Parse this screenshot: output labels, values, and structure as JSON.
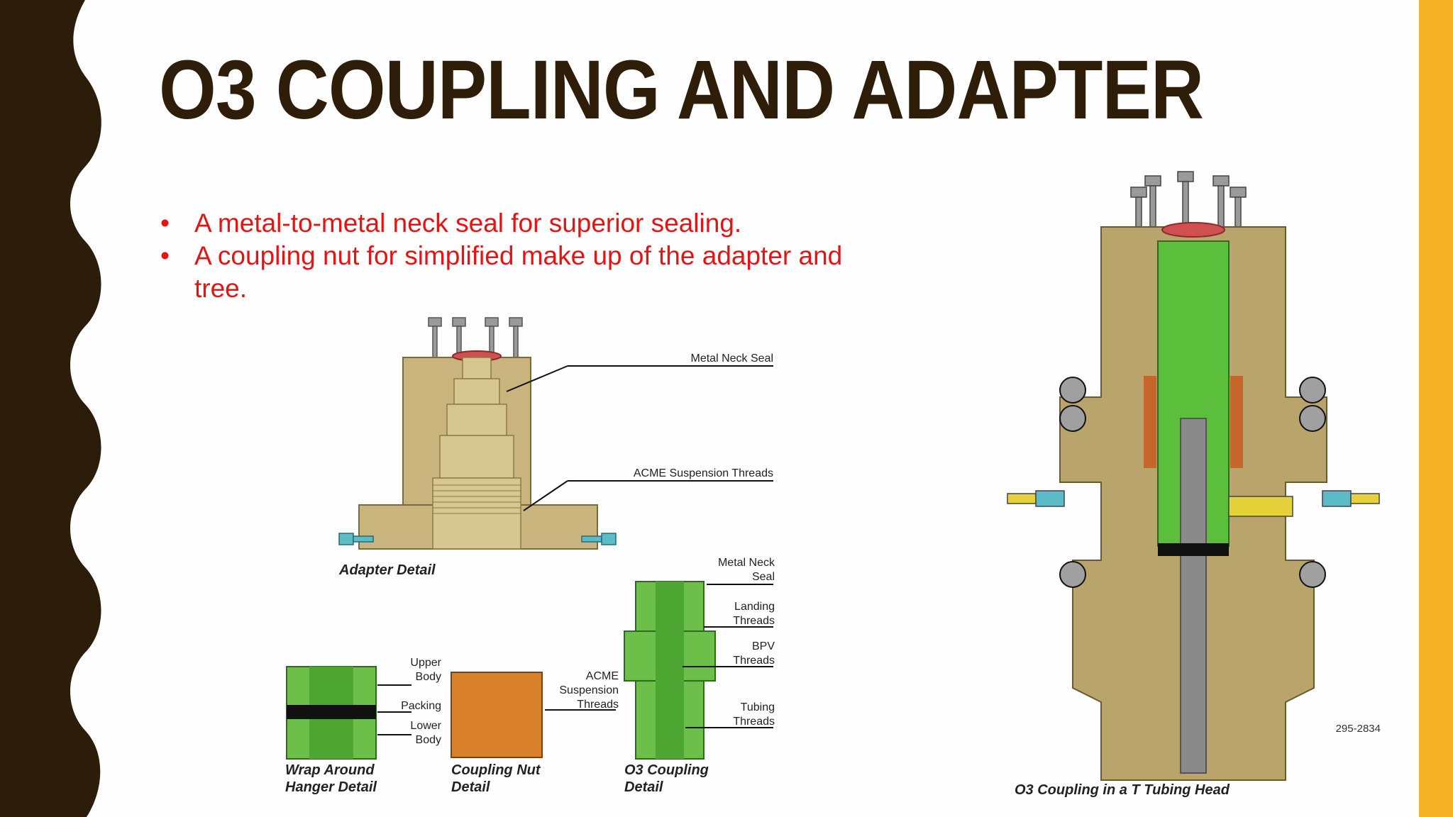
{
  "slide": {
    "title": "O3 COUPLING AND ADAPTER",
    "bullets": [
      "A metal-to-metal neck seal for superior sealing.",
      "A coupling nut for simplified make up of the adapter and tree."
    ],
    "colors": {
      "left_band": "#2b1d09",
      "right_band": "#f5b224",
      "title": "#2e1d08",
      "bullet_text": "#e41414"
    }
  },
  "adapter_figure": {
    "caption": "Adapter Detail",
    "callouts": [
      "Metal Neck Seal",
      "ACME Suspension Threads"
    ]
  },
  "detail_figures": {
    "wrap_around": {
      "caption_line1": "Wrap Around",
      "caption_line2": "Hanger Detail",
      "callouts": [
        [
          "Upper",
          "Body"
        ],
        [
          "Packing"
        ],
        [
          "Lower",
          "Body"
        ]
      ]
    },
    "coupling_nut": {
      "caption_line1": "Coupling Nut",
      "caption_line2": "Detail",
      "callout": [
        "ACME",
        "Suspension",
        "Threads"
      ]
    },
    "o3_coupling": {
      "caption_line1": "O3 Coupling",
      "caption_line2": "Detail",
      "callouts": [
        [
          "Metal Neck",
          "Seal"
        ],
        [
          "Landing",
          "Threads"
        ],
        [
          "BPV",
          "Threads"
        ],
        [
          "Tubing",
          "Threads"
        ]
      ]
    }
  },
  "tubing_head_figure": {
    "caption": "O3 Coupling in a T Tubing Head",
    "figure_number": "295-2834"
  }
}
